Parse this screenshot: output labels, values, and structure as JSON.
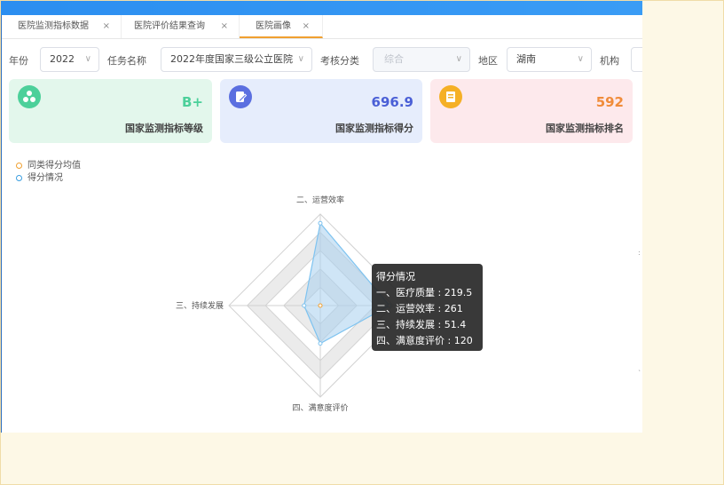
{
  "tabs": [
    {
      "label": "医院监测指标数据",
      "close": "×"
    },
    {
      "label": "医院评价结果查询",
      "close": "×"
    },
    {
      "label": "医院画像",
      "close": "×"
    }
  ],
  "filters": {
    "year_label": "年份",
    "year_value": "2022",
    "task_label": "任务名称",
    "task_value": "2022年度国家三级公立医院",
    "category_label": "考核分类",
    "category_placeholder": "综合",
    "region_label": "地区",
    "region_value": "湖南",
    "org_label": "机构"
  },
  "cards": [
    {
      "value": "B+",
      "caption": "国家监测指标等级",
      "icon": "group-icon",
      "color": "#4cd09a"
    },
    {
      "value": "696.9",
      "caption": "国家监测指标得分",
      "icon": "edit-icon",
      "color": "#5b6fe0"
    },
    {
      "value": "592",
      "caption": "国家监测指标排名",
      "icon": "document-icon",
      "color": "#f08c3a"
    }
  ],
  "legend": [
    {
      "label": "同类得分均值",
      "color": "#f0a030"
    },
    {
      "label": "得分情况",
      "color": "#3a9ee0"
    }
  ],
  "chart_data": {
    "type": "radar",
    "indicators": [
      "一、医疗质量",
      "二、运营效率",
      "三、持续发展",
      "四、满意度评价"
    ],
    "visible_axis_labels": [
      "二、运营效率",
      "三、持续发展",
      "四、满意度评价"
    ],
    "max": 290,
    "series": [
      {
        "name": "同类得分均值",
        "values": [
          0,
          0,
          0,
          0
        ]
      },
      {
        "name": "得分情况",
        "values": [
          219.5,
          261,
          51.4,
          120
        ]
      }
    ]
  },
  "tooltip": {
    "title": "得分情况",
    "rows": [
      "一、医疗质量 : 219.5",
      "二、运营效率 : 261",
      "三、持续发展 : 51.4",
      "四、满意度评价 : 120"
    ]
  },
  "colors": {
    "top_bar": "#2b8ef0",
    "series_fill": "#a8d0ee",
    "series_stroke": "#7ec3f0",
    "mean_color": "#f0a030"
  }
}
